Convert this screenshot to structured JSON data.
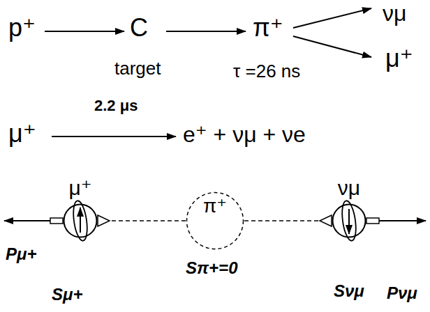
{
  "diagram": {
    "nodes": [
      {
        "text": [
          "μ⁺"
        ]
      },
      {
        "text": [
          "π⁺"
        ]
      },
      {
        "text": [
          "νμ"
        ]
      }
    ],
    "edges": [
      {
        "from": 0,
        "to": 1,
        "arrow": "none"
      },
      {
        "from": 1,
        "to": 2,
        "arrow": "none"
      }
    ],
    "labels": [
      "p⁺",
      "C",
      "target",
      "π⁺",
      "τ =26 ns",
      "νμ",
      "μ⁺",
      "2.2 μs",
      "μ⁺",
      "e⁺ + νμ + νe",
      "Pμ+",
      "Sμ+",
      "Sπ+=0",
      "Sνμ",
      "Pνμ"
    ]
  }
}
